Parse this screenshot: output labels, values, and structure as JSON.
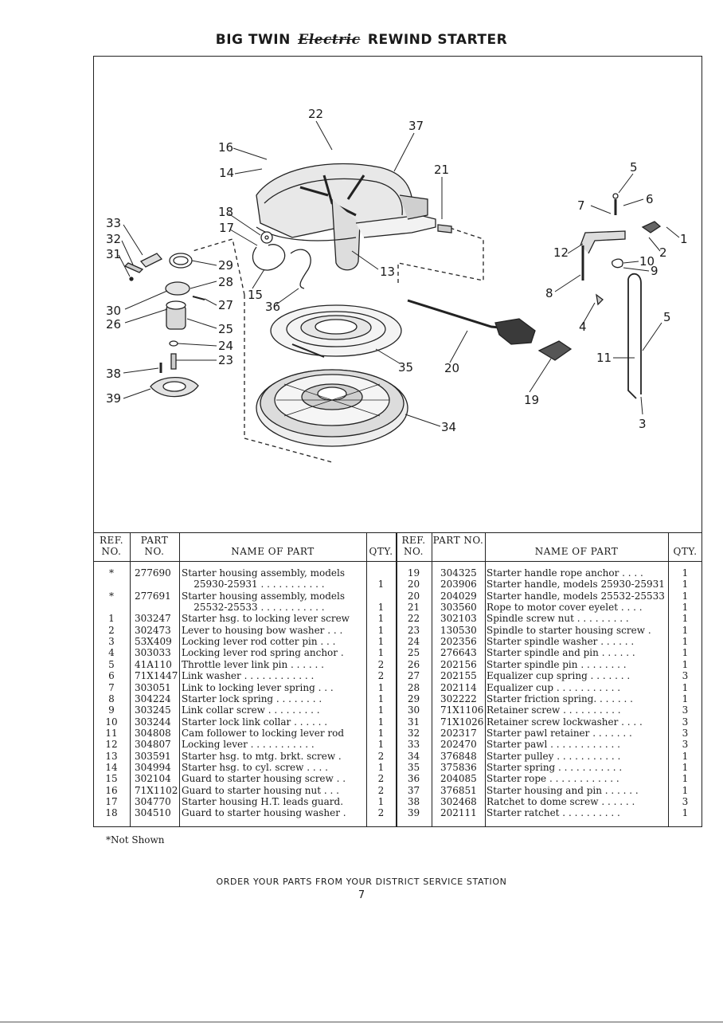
{
  "title": {
    "prefix": "BIG TWIN",
    "script": "Electric",
    "suffix": "REWIND STARTER"
  },
  "diagram_labels": [
    "22",
    "37",
    "16",
    "14",
    "21",
    "5",
    "6",
    "7",
    "1",
    "2",
    "12",
    "10",
    "9",
    "18",
    "17",
    "33",
    "32",
    "31",
    "29",
    "28",
    "27",
    "15",
    "36",
    "13",
    "8",
    "30",
    "26",
    "25",
    "24",
    "23",
    "4",
    "5",
    "11",
    "35",
    "20",
    "38",
    "39",
    "19",
    "34",
    "3"
  ],
  "table_headers": {
    "ref_no": "REF. NO.",
    "part_no": "PART NO.",
    "name": "NAME OF PART",
    "qty": "QTY."
  },
  "left_rows": [
    {
      "ref": "*",
      "part": "277690",
      "name": "Starter housing assembly, models",
      "qty": ""
    },
    {
      "ref": "",
      "part": "",
      "name": "    25930-25931 . . . . . . . . . . .",
      "qty": "1"
    },
    {
      "ref": "*",
      "part": "277691",
      "name": "Starter housing assembly, models",
      "qty": ""
    },
    {
      "ref": "",
      "part": "",
      "name": "    25532-25533 . . . . . . . . . . .",
      "qty": "1"
    },
    {
      "ref": "1",
      "part": "303247",
      "name": "Starter hsg. to locking lever screw",
      "qty": "1"
    },
    {
      "ref": "2",
      "part": "302473",
      "name": "Lever to housing bow washer . . .",
      "qty": "1"
    },
    {
      "ref": "3",
      "part": "53X409",
      "name": "Locking lever rod cotter pin . . .",
      "qty": "1"
    },
    {
      "ref": "4",
      "part": "303033",
      "name": "Locking lever rod spring anchor .",
      "qty": "1"
    },
    {
      "ref": "5",
      "part": "41A110",
      "name": "Throttle lever link pin . . . . . .",
      "qty": "2"
    },
    {
      "ref": "6",
      "part": "71X1447",
      "name": "Link washer . . . . . . . . . . . .",
      "qty": "2"
    },
    {
      "ref": "7",
      "part": "303051",
      "name": "Link to locking lever spring . . .",
      "qty": "1"
    },
    {
      "ref": "8",
      "part": "304224",
      "name": "Starter lock spring . . . . . . . .",
      "qty": "1"
    },
    {
      "ref": "9",
      "part": "303245",
      "name": "Link collar screw . . . . . . . . .",
      "qty": "1"
    },
    {
      "ref": "10",
      "part": "303244",
      "name": "Starter lock link collar . . . . . .",
      "qty": "1"
    },
    {
      "ref": "11",
      "part": "304808",
      "name": "Cam follower to locking lever rod",
      "qty": "1"
    },
    {
      "ref": "12",
      "part": "304807",
      "name": "Locking lever . . . . . . . . . . .",
      "qty": "1"
    },
    {
      "ref": "13",
      "part": "303591",
      "name": "Starter hsg. to mtg. brkt. screw .",
      "qty": "2"
    },
    {
      "ref": "14",
      "part": "304994",
      "name": "Starter hsg. to cyl. screw . . . .",
      "qty": "1"
    },
    {
      "ref": "15",
      "part": "302104",
      "name": "Guard to starter housing screw . .",
      "qty": "2"
    },
    {
      "ref": "16",
      "part": "71X1102",
      "name": "Guard to starter housing nut . . .",
      "qty": "2"
    },
    {
      "ref": "17",
      "part": "304770",
      "name": "Starter housing H.T. leads guard.",
      "qty": "1"
    },
    {
      "ref": "18",
      "part": "304510",
      "name": "Guard to starter housing washer .",
      "qty": "2"
    }
  ],
  "right_rows": [
    {
      "ref": "19",
      "part": "304325",
      "name": "Starter handle rope anchor . . . .",
      "qty": "1"
    },
    {
      "ref": "20",
      "part": "203906",
      "name": "Starter handle, models 25930-25931",
      "qty": "1"
    },
    {
      "ref": "20",
      "part": "204029",
      "name": "Starter handle, models 25532-25533",
      "qty": "1"
    },
    {
      "ref": "21",
      "part": "303560",
      "name": "Rope to motor cover eyelet . . . .",
      "qty": "1"
    },
    {
      "ref": "22",
      "part": "302103",
      "name": "Spindle screw nut . . . . . . . . .",
      "qty": "1"
    },
    {
      "ref": "23",
      "part": "130530",
      "name": "Spindle to starter housing screw .",
      "qty": "1"
    },
    {
      "ref": "24",
      "part": "202356",
      "name": "Starter spindle washer . . . . . .",
      "qty": "1"
    },
    {
      "ref": "25",
      "part": "276643",
      "name": "Starter spindle and pin . . . . . .",
      "qty": "1"
    },
    {
      "ref": "26",
      "part": "202156",
      "name": "Starter spindle pin . . . . . . . .",
      "qty": "1"
    },
    {
      "ref": "27",
      "part": "202155",
      "name": "Equalizer cup spring . . . . . . .",
      "qty": "3"
    },
    {
      "ref": "28",
      "part": "202114",
      "name": "Equalizer cup . . . . . . . . . . .",
      "qty": "1"
    },
    {
      "ref": "29",
      "part": "302222",
      "name": "Starter friction spring. . . . . . .",
      "qty": "1"
    },
    {
      "ref": "30",
      "part": "71X1106",
      "name": "Retainer screw . . . . . . . . . .",
      "qty": "3"
    },
    {
      "ref": "31",
      "part": "71X1026",
      "name": "Retainer screw lockwasher . . . .",
      "qty": "3"
    },
    {
      "ref": "32",
      "part": "202317",
      "name": "Starter pawl retainer . . . . . . .",
      "qty": "3"
    },
    {
      "ref": "33",
      "part": "202470",
      "name": "Starter pawl . . . . . . . . . . . .",
      "qty": "3"
    },
    {
      "ref": "34",
      "part": "376848",
      "name": "Starter pulley . . . . . . . . . . .",
      "qty": "1"
    },
    {
      "ref": "35",
      "part": "375836",
      "name": "Starter spring . . . . . . . . . . .",
      "qty": "1"
    },
    {
      "ref": "36",
      "part": "204085",
      "name": "Starter rope . . . . . . . . . . . .",
      "qty": "1"
    },
    {
      "ref": "37",
      "part": "376851",
      "name": "Starter housing and pin . . . . . .",
      "qty": "1"
    },
    {
      "ref": "38",
      "part": "302468",
      "name": "Ratchet to dome screw . . . . . .",
      "qty": "3"
    },
    {
      "ref": "39",
      "part": "202111",
      "name": "Starter ratchet . . . . . . . . . .",
      "qty": "1"
    }
  ],
  "note": "*Not Shown",
  "footer": "ORDER YOUR PARTS FROM YOUR DISTRICT SERVICE STATION",
  "page_number": "7"
}
